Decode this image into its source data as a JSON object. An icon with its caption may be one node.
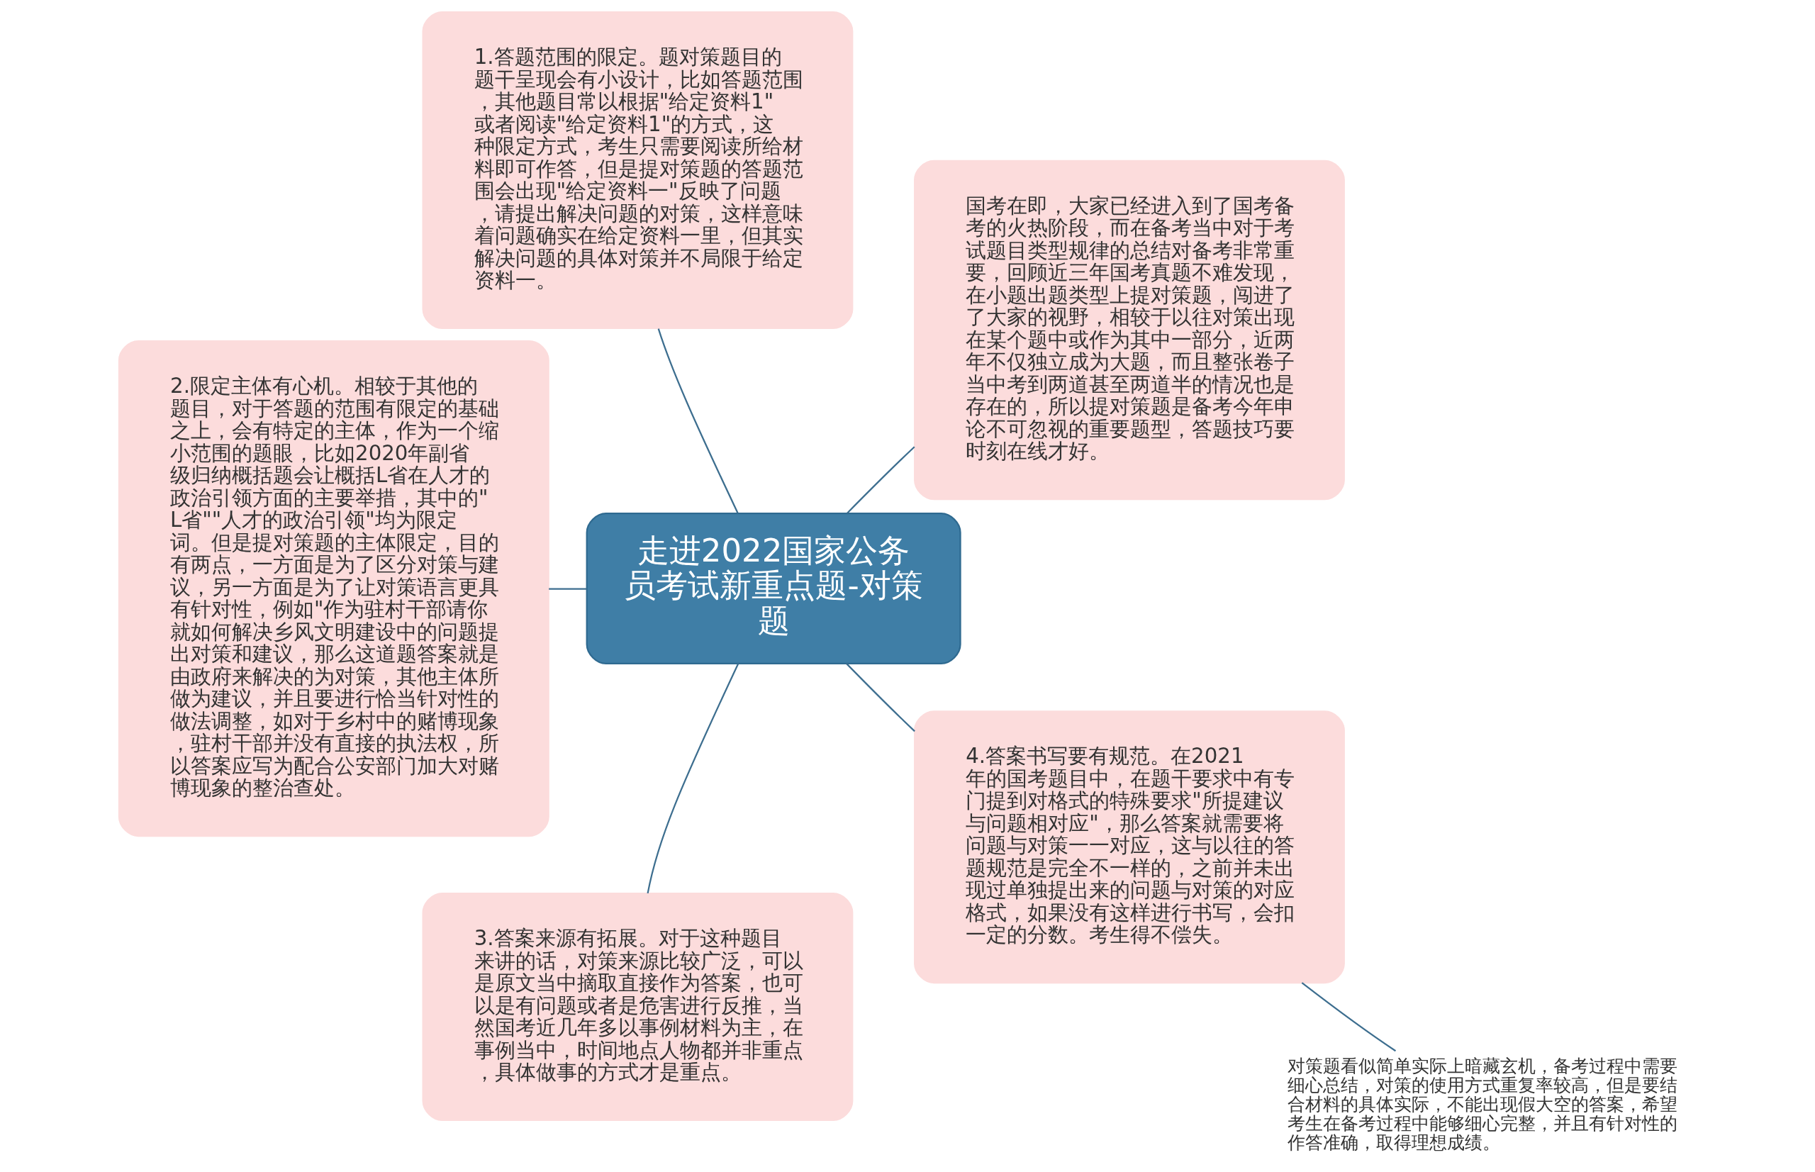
{
  "diagram": {
    "nodes": [
      {
        "text": [
          "走进2022国家公务员考试新重点题-对策题"
        ]
      },
      {
        "text": [
          "国考在即，大家已经进入到了国考备考的火热阶段，而在备考当中对于考试题目类型规律的总结对备考非常重要，回顾近三年国考真题不难发现，在小题出题类型上提对策题，闯进了了大家的视野，相较于以往对策出现在某个题中或作为其中一部分，近两年不仅独立成为大题，而且整张卷子当中考到两道甚至两道半的情况也是存在的，所以提对策题是备考今年申论不可忽视的重要题型，答题技巧要时刻在线才好。"
        ]
      },
      {
        "text": [
          "1.答题范围的限定。题对策题目的题干呈现会有小设计，比如答题范围，其他题目常以根据\"给定资料1\"或者阅读\"给定资料1\"的方式，这种限定方式，考生只需要阅读所给材料即可作答，但是提对策题的答题范围会出现\"给定资料一\"反映了问题，请提出解决问题的对策，这样意味着问题确实在给定资料一里，但其实解决问题的具体对策并不局限于给定资料一。"
        ]
      },
      {
        "text": [
          "2.限定主体有心机。相较于其他的题目，对于答题的范围有限定的基础之上，会有特定的主体，作为一个缩小范围的题眼，比如2020年副省级归纳概括题会让概括L省在人才的政治引领方面的主要举措，其中的\"L省\"\"人才的政治引领\"均为限定词。但是提对策题的主体限定，目的有两点，一方面是为了区分对策与建议，另一方面是为了让对策语言更具有针对性，例如\"作为驻村干部请你就如何解决乡风文明建设中的问题提出对策和建议，那么这道题答案就是由政府来解决的为对策，其他主体所做为建议，并且要进行恰当针对性的做法调整，如对于乡村中的赌博现象，驻村干部并没有直接的执法权，所以答案应写为配合公安部门加大对赌博现象的整治查处。"
        ]
      },
      {
        "text": [
          "3.答案来源有拓展。对于这种题目来讲的话，对策来源比较广泛，可以是原文当中摘取直接作为答案，也可以是有问题或者是危害进行反推，当然国考近几年多以事例材料为主，在事例当中，时间地点人物都并非重点，具体做事的方式才是重点。"
        ]
      },
      {
        "text": [
          "4.答案书写要有规范。在2021年的国考题目中，在题干要求中有专门提到对格式的特殊要求\"所提建议与问题相对应\"，那么答案就需要将问题与对策一一对应，这与以往的答题规范是完全不一样的，之前并未出现过单独提出来的问题与对策的对应格式，如果没有这样进行书写，会扣一定的分数。考生得不偿失。"
        ]
      },
      {
        "text": [
          "对策题看似简单实际上暗藏玄机，备考过程中需要细心总结，对策的使用方式重复率较高，但是要结合材料的具体实际，不能出现假大空的答案，希望考生在备考过程中能够细心完整，并且有针对性的作答准确，取得理想成绩。"
        ]
      }
    ],
    "edges": [
      {
        "from": 0,
        "to": 1,
        "arrow": "none"
      },
      {
        "from": 0,
        "to": 2,
        "arrow": "none"
      },
      {
        "from": 0,
        "to": 3,
        "arrow": "none"
      },
      {
        "from": 0,
        "to": 4,
        "arrow": "none"
      },
      {
        "from": 0,
        "to": 5,
        "arrow": "none"
      },
      {
        "from": 5,
        "to": 6,
        "arrow": "none"
      }
    ]
  }
}
